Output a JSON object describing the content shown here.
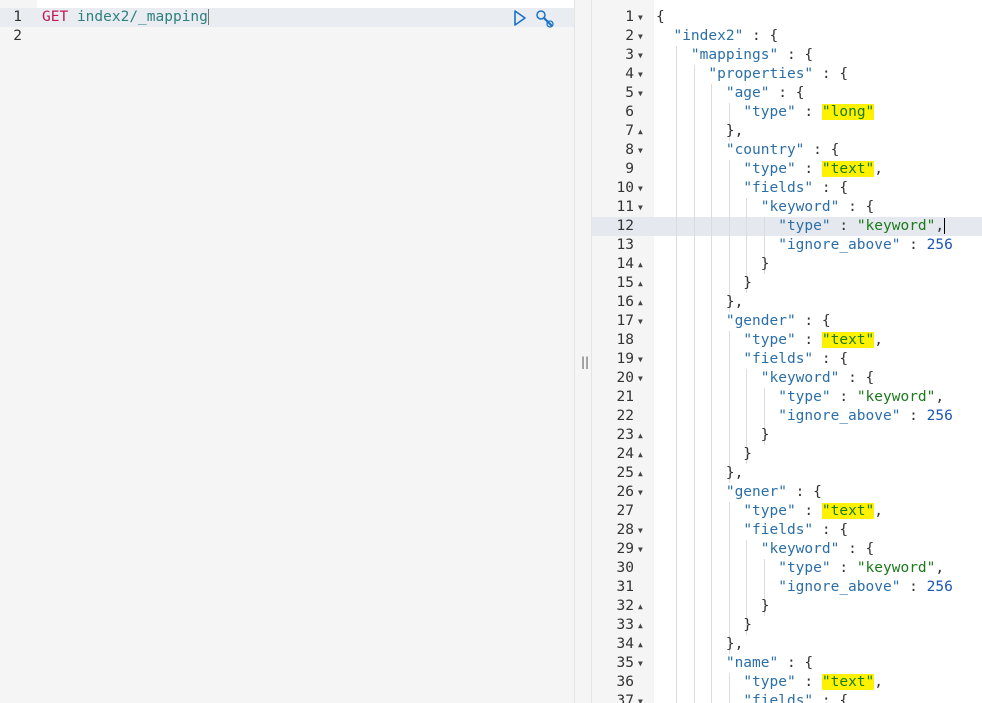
{
  "request_editor": {
    "lines": [
      {
        "n": "1",
        "method": "GET",
        "path": "index2/_mapping"
      },
      {
        "n": "2",
        "method": "",
        "path": ""
      }
    ]
  },
  "response_viewer": {
    "lines": [
      {
        "n": "1",
        "fold": "down",
        "seg": [
          {
            "t": "{",
            "c": "key"
          }
        ]
      },
      {
        "n": "2",
        "fold": "down",
        "seg": [
          {
            "t": "  "
          },
          {
            "t": "\"index2\"",
            "c": "kstr"
          },
          {
            "t": " : {"
          }
        ]
      },
      {
        "n": "3",
        "fold": "down",
        "seg": [
          {
            "t": "    "
          },
          {
            "t": "\"mappings\"",
            "c": "kstr"
          },
          {
            "t": " : {"
          }
        ]
      },
      {
        "n": "4",
        "fold": "down",
        "seg": [
          {
            "t": "      "
          },
          {
            "t": "\"properties\"",
            "c": "kstr"
          },
          {
            "t": " : {"
          }
        ]
      },
      {
        "n": "5",
        "fold": "down",
        "seg": [
          {
            "t": "        "
          },
          {
            "t": "\"age\"",
            "c": "kstr"
          },
          {
            "t": " : {"
          }
        ]
      },
      {
        "n": "6",
        "fold": "",
        "seg": [
          {
            "t": "          "
          },
          {
            "t": "\"type\"",
            "c": "kstr"
          },
          {
            "t": " : "
          },
          {
            "t": "\"long\"",
            "c": "str",
            "hl": true
          }
        ]
      },
      {
        "n": "7",
        "fold": "up",
        "seg": [
          {
            "t": "        },"
          }
        ]
      },
      {
        "n": "8",
        "fold": "down",
        "seg": [
          {
            "t": "        "
          },
          {
            "t": "\"country\"",
            "c": "kstr"
          },
          {
            "t": " : {"
          }
        ]
      },
      {
        "n": "9",
        "fold": "",
        "seg": [
          {
            "t": "          "
          },
          {
            "t": "\"type\"",
            "c": "kstr"
          },
          {
            "t": " : "
          },
          {
            "t": "\"text\"",
            "c": "str",
            "hl": true
          },
          {
            "t": ","
          }
        ]
      },
      {
        "n": "10",
        "fold": "down",
        "seg": [
          {
            "t": "          "
          },
          {
            "t": "\"fields\"",
            "c": "kstr"
          },
          {
            "t": " : {"
          }
        ]
      },
      {
        "n": "11",
        "fold": "down",
        "seg": [
          {
            "t": "            "
          },
          {
            "t": "\"keyword\"",
            "c": "kstr"
          },
          {
            "t": " : {"
          }
        ]
      },
      {
        "n": "12",
        "fold": "",
        "seg": [
          {
            "t": "              "
          },
          {
            "t": "\"type\"",
            "c": "kstr"
          },
          {
            "t": " : "
          },
          {
            "t": "\"keyword\"",
            "c": "str"
          },
          {
            "t": ","
          }
        ],
        "cursor": true
      },
      {
        "n": "13",
        "fold": "",
        "seg": [
          {
            "t": "              "
          },
          {
            "t": "\"ignore_above\"",
            "c": "kstr"
          },
          {
            "t": " : "
          },
          {
            "t": "256",
            "c": "num"
          }
        ]
      },
      {
        "n": "14",
        "fold": "up",
        "seg": [
          {
            "t": "            }"
          }
        ]
      },
      {
        "n": "15",
        "fold": "up",
        "seg": [
          {
            "t": "          }"
          }
        ]
      },
      {
        "n": "16",
        "fold": "up",
        "seg": [
          {
            "t": "        },"
          }
        ]
      },
      {
        "n": "17",
        "fold": "down",
        "seg": [
          {
            "t": "        "
          },
          {
            "t": "\"gender\"",
            "c": "kstr"
          },
          {
            "t": " : {"
          }
        ]
      },
      {
        "n": "18",
        "fold": "",
        "seg": [
          {
            "t": "          "
          },
          {
            "t": "\"type\"",
            "c": "kstr"
          },
          {
            "t": " : "
          },
          {
            "t": "\"text\"",
            "c": "str",
            "hl": true
          },
          {
            "t": ","
          }
        ]
      },
      {
        "n": "19",
        "fold": "down",
        "seg": [
          {
            "t": "          "
          },
          {
            "t": "\"fields\"",
            "c": "kstr"
          },
          {
            "t": " : {"
          }
        ]
      },
      {
        "n": "20",
        "fold": "down",
        "seg": [
          {
            "t": "            "
          },
          {
            "t": "\"keyword\"",
            "c": "kstr"
          },
          {
            "t": " : {"
          }
        ]
      },
      {
        "n": "21",
        "fold": "",
        "seg": [
          {
            "t": "              "
          },
          {
            "t": "\"type\"",
            "c": "kstr"
          },
          {
            "t": " : "
          },
          {
            "t": "\"keyword\"",
            "c": "str"
          },
          {
            "t": ","
          }
        ]
      },
      {
        "n": "22",
        "fold": "",
        "seg": [
          {
            "t": "              "
          },
          {
            "t": "\"ignore_above\"",
            "c": "kstr"
          },
          {
            "t": " : "
          },
          {
            "t": "256",
            "c": "num"
          }
        ]
      },
      {
        "n": "23",
        "fold": "up",
        "seg": [
          {
            "t": "            }"
          }
        ]
      },
      {
        "n": "24",
        "fold": "up",
        "seg": [
          {
            "t": "          }"
          }
        ]
      },
      {
        "n": "25",
        "fold": "up",
        "seg": [
          {
            "t": "        },"
          }
        ]
      },
      {
        "n": "26",
        "fold": "down",
        "seg": [
          {
            "t": "        "
          },
          {
            "t": "\"gener\"",
            "c": "kstr"
          },
          {
            "t": " : {"
          }
        ]
      },
      {
        "n": "27",
        "fold": "",
        "seg": [
          {
            "t": "          "
          },
          {
            "t": "\"type\"",
            "c": "kstr"
          },
          {
            "t": " : "
          },
          {
            "t": "\"text\"",
            "c": "str",
            "hl": true
          },
          {
            "t": ","
          }
        ]
      },
      {
        "n": "28",
        "fold": "down",
        "seg": [
          {
            "t": "          "
          },
          {
            "t": "\"fields\"",
            "c": "kstr"
          },
          {
            "t": " : {"
          }
        ]
      },
      {
        "n": "29",
        "fold": "down",
        "seg": [
          {
            "t": "            "
          },
          {
            "t": "\"keyword\"",
            "c": "kstr"
          },
          {
            "t": " : {"
          }
        ]
      },
      {
        "n": "30",
        "fold": "",
        "seg": [
          {
            "t": "              "
          },
          {
            "t": "\"type\"",
            "c": "kstr"
          },
          {
            "t": " : "
          },
          {
            "t": "\"keyword\"",
            "c": "str"
          },
          {
            "t": ","
          }
        ]
      },
      {
        "n": "31",
        "fold": "",
        "seg": [
          {
            "t": "              "
          },
          {
            "t": "\"ignore_above\"",
            "c": "kstr"
          },
          {
            "t": " : "
          },
          {
            "t": "256",
            "c": "num"
          }
        ]
      },
      {
        "n": "32",
        "fold": "up",
        "seg": [
          {
            "t": "            }"
          }
        ]
      },
      {
        "n": "33",
        "fold": "up",
        "seg": [
          {
            "t": "          }"
          }
        ]
      },
      {
        "n": "34",
        "fold": "up",
        "seg": [
          {
            "t": "        },"
          }
        ]
      },
      {
        "n": "35",
        "fold": "down",
        "seg": [
          {
            "t": "        "
          },
          {
            "t": "\"name\"",
            "c": "kstr"
          },
          {
            "t": " : {"
          }
        ]
      },
      {
        "n": "36",
        "fold": "",
        "seg": [
          {
            "t": "          "
          },
          {
            "t": "\"type\"",
            "c": "kstr"
          },
          {
            "t": " : "
          },
          {
            "t": "\"text\"",
            "c": "str",
            "hl": true
          },
          {
            "t": ","
          }
        ]
      },
      {
        "n": "37",
        "fold": "down",
        "seg": [
          {
            "t": "          "
          },
          {
            "t": "\"fields\"",
            "c": "kstr"
          },
          {
            "t": " : {"
          }
        ]
      }
    ]
  },
  "divider": {
    "grip": "||"
  },
  "icons": {
    "run": "play-icon",
    "settings": "wrench-icon"
  },
  "colors": {
    "highlight": "#fff200",
    "method": "#c2185b",
    "string": "#1a7a1a",
    "key": "#2b6fa8"
  }
}
